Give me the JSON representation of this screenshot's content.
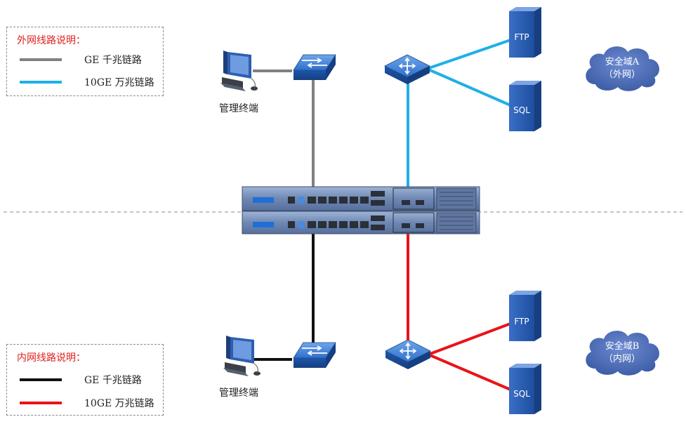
{
  "legend_outer": {
    "title": "外网线路说明：",
    "items": [
      {
        "label": "GE  千兆链路",
        "color": "#808080"
      },
      {
        "label": "10GE  万兆链路",
        "color": "#1eb0e6"
      }
    ]
  },
  "legend_inner": {
    "title": "内网线路说明：",
    "items": [
      {
        "label": "GE  千兆链路",
        "color": "#111111"
      },
      {
        "label": "10GE  万兆链路",
        "color": "#e81419"
      }
    ]
  },
  "terminal_top_label": "管理终端",
  "terminal_bottom_label": "管理终端",
  "server_top_ftp": "FTP",
  "server_top_sql": "SQL",
  "server_bottom_ftp": "FTP",
  "server_bottom_sql": "SQL",
  "zone_a": {
    "line1": "安全域A",
    "line2": "（外网）"
  },
  "zone_b": {
    "line1": "安全域B",
    "line2": "（内网）"
  },
  "colors": {
    "ge_outer": "#808080",
    "tenge_outer": "#1eb0e6",
    "ge_inner": "#111111",
    "tenge_inner": "#e81419",
    "device_blue": "#2b66b8",
    "cloud": "#4f6fb7"
  }
}
